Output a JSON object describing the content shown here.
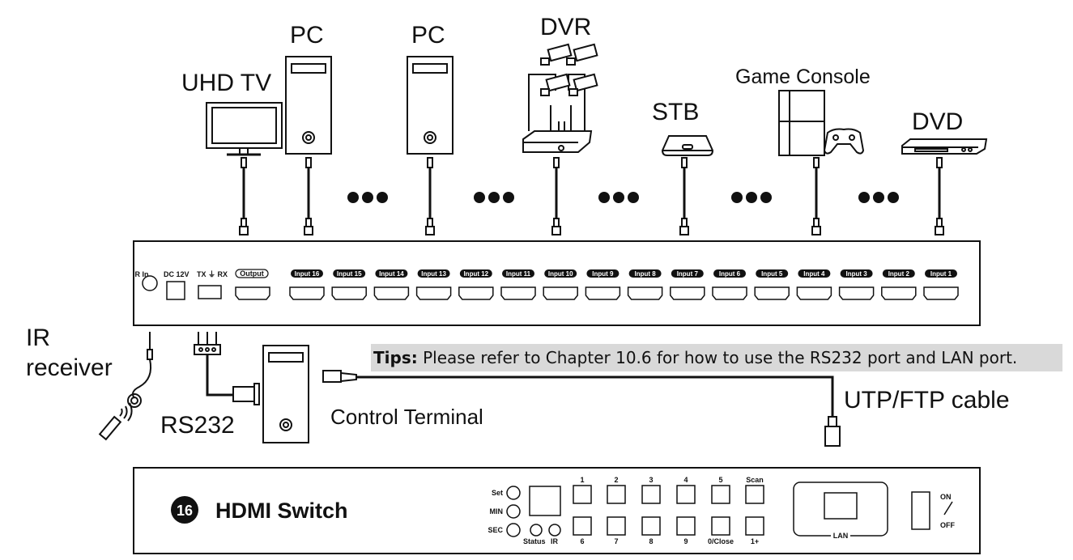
{
  "devices": {
    "uhd_tv": "UHD TV",
    "pc1": "PC",
    "pc2": "PC",
    "dvr": "DVR",
    "stb": "STB",
    "game_console": "Game Console",
    "dvd": "DVD"
  },
  "rear_panel": {
    "ir_in": "IR In",
    "dc": "DC 12V",
    "txrx": "TX ⏚ RX",
    "output": "Output",
    "inputs": [
      "Input 16",
      "Input 15",
      "Input 14",
      "Input 13",
      "Input 12",
      "Input 11",
      "Input 10",
      "Input 9",
      "Input 8",
      "Input 7",
      "Input 6",
      "Input 5",
      "Input 4",
      "Input 3",
      "Input 2",
      "Input 1"
    ]
  },
  "control": {
    "ir_receiver_line1": "IR",
    "ir_receiver_line2": "receiver",
    "rs232": "RS232",
    "control_terminal": "Control Terminal",
    "utp_cable": "UTP/FTP cable"
  },
  "tips": {
    "label": "Tips:",
    "text": " Please refer to Chapter 10.6  for how to use the RS232 port and LAN port."
  },
  "front_panel": {
    "logo_number": "16",
    "brand": "HDMI Switch",
    "left_buttons": [
      "Set",
      "MIN",
      "SEC"
    ],
    "status": "Status",
    "ir": "IR",
    "top_buttons": [
      "1",
      "2",
      "3",
      "4",
      "5",
      "Scan"
    ],
    "bottom_buttons": [
      "6",
      "7",
      "8",
      "9",
      "0/Close",
      "1+"
    ],
    "lan": "LAN",
    "on": "ON",
    "off": "OFF"
  }
}
